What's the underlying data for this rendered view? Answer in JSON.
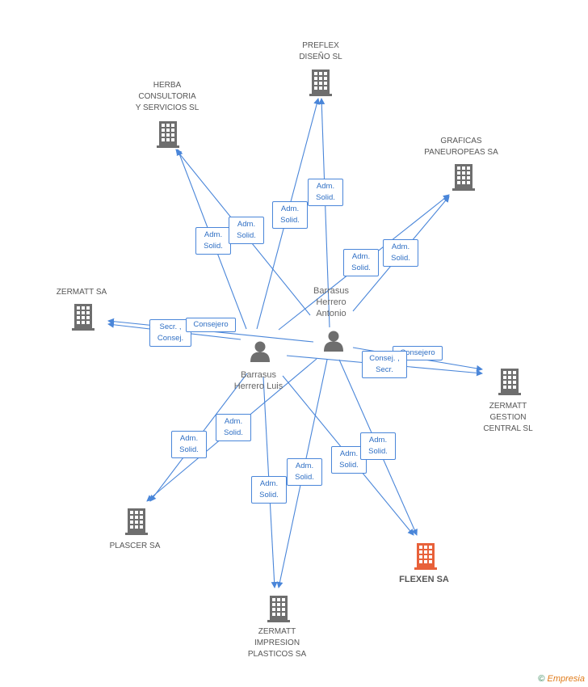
{
  "companies": [
    {
      "id": "preflex",
      "label": "PREFLEX\nDISEÑO SL",
      "color": "#6e6e6e"
    },
    {
      "id": "herba",
      "label": "HERBA\nCONSULTORIA\nY SERVICIOS SL",
      "color": "#6e6e6e"
    },
    {
      "id": "graficas",
      "label": "GRAFICAS\nPANEUROPEAS SA",
      "color": "#6e6e6e"
    },
    {
      "id": "zermatt",
      "label": "ZERMATT SA",
      "color": "#6e6e6e"
    },
    {
      "id": "gestion",
      "label": "ZERMATT\nGESTION\nCENTRAL  SL",
      "color": "#6e6e6e"
    },
    {
      "id": "plascer",
      "label": "PLASCER SA",
      "color": "#6e6e6e"
    },
    {
      "id": "impresion",
      "label": "ZERMATT\nIMPRESION\nPLASTICOS SA",
      "color": "#6e6e6e"
    },
    {
      "id": "flexen",
      "label": "FLEXEN SA",
      "color": "#e8613a",
      "highlight": true
    }
  ],
  "persons": [
    {
      "id": "antonio",
      "label": "Barrasus\nHerrero\nAntonio",
      "color": "#6e6e6e"
    },
    {
      "id": "luis",
      "label": "Barrasus\nHerrero Luis",
      "color": "#6e6e6e"
    }
  ],
  "roles": [
    {
      "id": "r1",
      "text": "Adm.\nSolid."
    },
    {
      "id": "r2",
      "text": "Adm.\nSolid."
    },
    {
      "id": "r3",
      "text": "Adm.\nSolid."
    },
    {
      "id": "r4",
      "text": "Adm.\nSolid."
    },
    {
      "id": "r5",
      "text": "Adm.\nSolid."
    },
    {
      "id": "r6",
      "text": "Adm.\nSolid."
    },
    {
      "id": "r7",
      "text": "Secr. ,\nConsej."
    },
    {
      "id": "r8",
      "text": "Consejero"
    },
    {
      "id": "r9",
      "text": "Consejero"
    },
    {
      "id": "r10",
      "text": "Consej. ,\nSecr."
    },
    {
      "id": "r11",
      "text": "Adm.\nSolid."
    },
    {
      "id": "r12",
      "text": "Adm.\nSolid."
    },
    {
      "id": "r13",
      "text": "Adm.\nSolid."
    },
    {
      "id": "r14",
      "text": "Adm.\nSolid."
    },
    {
      "id": "r15",
      "text": "Adm.\nSolid."
    },
    {
      "id": "r16",
      "text": "Adm.\nSolid."
    }
  ],
  "footer": {
    "copyright": "©",
    "brand": "Empresia"
  }
}
